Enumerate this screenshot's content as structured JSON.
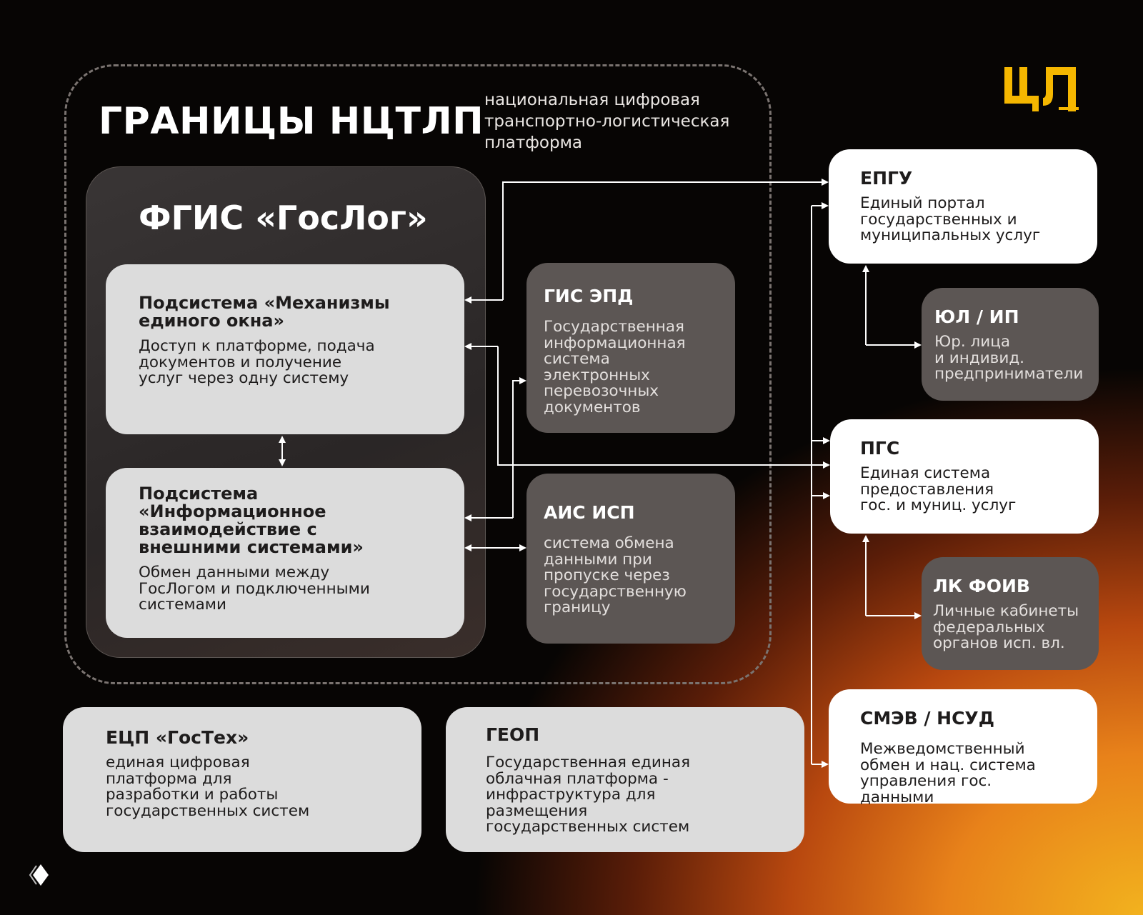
{
  "boundary": {
    "title": "ГРАНИЦЫ НЦТЛП",
    "subtitle": [
      "национальная цифровая",
      "транспортно-логистическая",
      "платформа"
    ]
  },
  "logo": {
    "text": "ЦЛ",
    "color": "#f5b700"
  },
  "fgis": {
    "title": "ФГИС «ГосЛог»",
    "sub1": {
      "title": [
        "Подсистема «Механизмы",
        "единого окна»"
      ],
      "desc": [
        "Доступ к платформе, подача",
        "документов и получение",
        "услуг через одну систему"
      ]
    },
    "sub2": {
      "title": [
        "Подсистема",
        "«Информационное",
        "взаимодействие с",
        "внешними системами»"
      ],
      "desc": [
        "Обмен данными между",
        "ГосЛогом и подключенными",
        "системами"
      ]
    }
  },
  "gis": {
    "title": "ГИС ЭПД",
    "desc": [
      "Государственная",
      "информационная",
      "система электронных",
      "перевозочных",
      "документов"
    ]
  },
  "ais": {
    "title": "АИС ИСП",
    "desc": [
      "система обмена",
      "данными при",
      "пропуске через",
      "государственную",
      "границу"
    ]
  },
  "epgu": {
    "title": "ЕПГУ",
    "desc": [
      "Единый портал",
      "государственных и",
      "муниципальных услуг"
    ]
  },
  "ul": {
    "title": "ЮЛ / ИП",
    "desc": [
      "Юр. лица",
      "и индивид.",
      "предприниматели"
    ]
  },
  "pgs": {
    "title": "ПГС",
    "desc": [
      "Единая система",
      "предоставления",
      "гос. и муниц. услуг"
    ]
  },
  "lk": {
    "title": "ЛК ФОИВ",
    "desc": [
      "Личные кабинеты",
      "федеральных",
      "органов исп. вл."
    ]
  },
  "smev": {
    "title": "СМЭВ / НСУД",
    "desc": [
      "Межведомственный",
      "обмен и нац. система",
      "управления гос. данными"
    ]
  },
  "ecp": {
    "title": "ЕЦП «ГосТех»",
    "desc": [
      "единая цифровая",
      "платформа для",
      "разработки и работы",
      "государственных систем"
    ]
  },
  "geop": {
    "title": "ГЕОП",
    "desc": [
      "Государственная единая",
      "облачная платформа -",
      "инфраструктура для",
      "размещения",
      "государственных систем"
    ]
  },
  "colors": {
    "accent": "#f5b700",
    "dark_box": "#5c5654",
    "light_box": "#dcdcdc"
  }
}
